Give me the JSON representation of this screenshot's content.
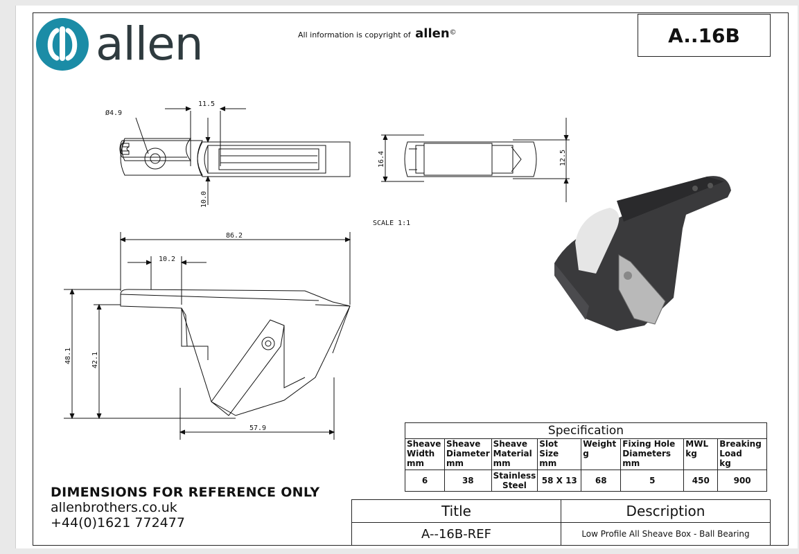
{
  "brand": {
    "name": "allen"
  },
  "copyright": {
    "text": "All information is copyright of",
    "brand": "allen",
    "symbol": "©"
  },
  "part_number": "A..16B",
  "scale": "SCALE 1:1",
  "dimensions": {
    "hole_diameter": "Ø4.9",
    "d_11_5": "11.5",
    "d_10_0": "10.0",
    "d_16_4": "16.4",
    "d_12_5": "12.5",
    "d_86_2": "86.2",
    "d_10_2": "10.2",
    "d_48_1": "48.1",
    "d_42_1": "42.1",
    "d_57_9": "57.9"
  },
  "specification": {
    "title": "Specification",
    "headers": [
      [
        "Sheave",
        "Width",
        "mm"
      ],
      [
        "Sheave",
        "Diameter",
        "mm"
      ],
      [
        "Sheave",
        "Material",
        "mm"
      ],
      [
        "Slot Size",
        "mm"
      ],
      [
        "Weight",
        "g"
      ],
      [
        "Fixing Hole",
        "Diameters",
        "mm"
      ],
      [
        "MWL",
        "kg"
      ],
      [
        "Breaking",
        "Load",
        "kg"
      ]
    ],
    "values": [
      "6",
      "38",
      "Stainless Steel",
      "58 X 13",
      "68",
      "5",
      "450",
      "900"
    ]
  },
  "footer": {
    "notice": "DIMENSIONS FOR REFERENCE ONLY",
    "website": "allenbrothers.co.uk",
    "phone": "+44(0)1621 772477"
  },
  "title_block": {
    "title_label": "Title",
    "description_label": "Description",
    "title_value": "A--16B-REF",
    "description_value": "Low Profile All Sheave Box - Ball Bearing"
  },
  "colors": {
    "logo_teal": "#1b8ca6",
    "logo_text": "#2f3b3f",
    "part_dark": "#3a3a3c",
    "part_light": "#e6e6e6"
  }
}
